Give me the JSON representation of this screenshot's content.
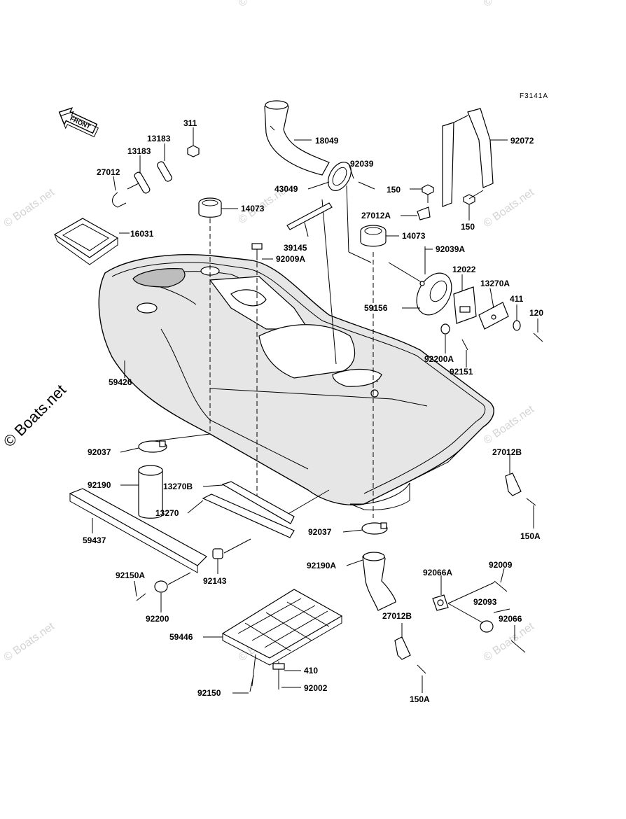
{
  "figure_code": "F3141A",
  "front_arrow_label": "FRONT",
  "watermark_text": "© Boats.net",
  "part_numbers": {
    "p311": "311",
    "p13183a": "13183",
    "p13183b": "13183",
    "p27012": "27012",
    "p16031": "16031",
    "p14073a": "14073",
    "p18049": "18049",
    "p92039": "92039",
    "p43049": "43049",
    "p39145": "39145",
    "p92009A": "92009A",
    "p14073b": "14073",
    "p92039A": "92039A",
    "p150a": "150",
    "p27012A": "27012A",
    "p92072": "92072",
    "p150b": "150",
    "p12022": "12022",
    "p13270A": "13270A",
    "p411": "411",
    "p120": "120",
    "p59156": "59156",
    "p92200A": "92200A",
    "p92151": "92151",
    "p59426": "59426",
    "p92037a": "92037",
    "p92190": "92190",
    "p13270B": "13270B",
    "p13270": "13270",
    "p59437": "59437",
    "p92143": "92143",
    "p92037b": "92037",
    "p27012B_a": "27012B",
    "p150A_a": "150A",
    "p92190A": "92190A",
    "p92066A": "92066A",
    "p92009": "92009",
    "p92093": "92093",
    "p92066": "92066",
    "p27012B_b": "27012B",
    "p150A_b": "150A",
    "p92150A": "92150A",
    "p92200": "92200",
    "p59446": "59446",
    "p410": "410",
    "p92150": "92150",
    "p92002": "92002"
  }
}
